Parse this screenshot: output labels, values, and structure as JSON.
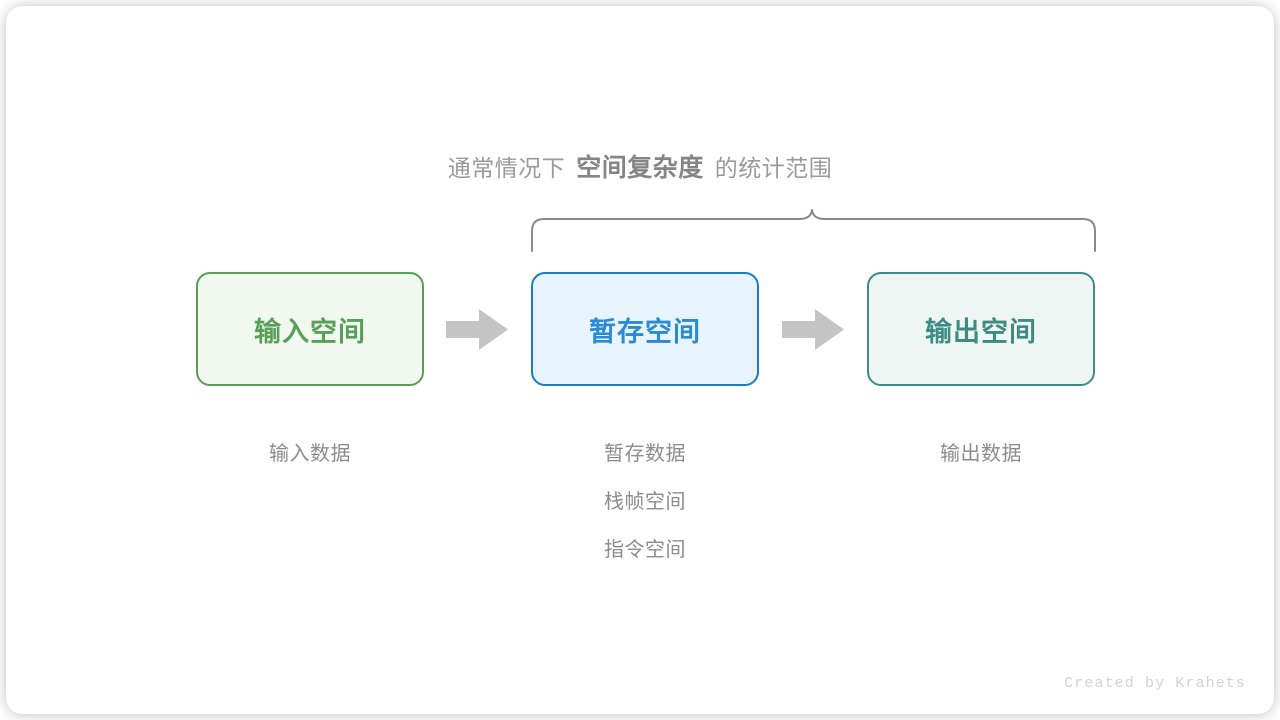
{
  "canvas": {
    "background": "#ffffff",
    "card_background": "#ffffff"
  },
  "heading": {
    "prefix": "通常情况下",
    "emphasis": "空间复杂度",
    "suffix": "的统计范围",
    "color": "#9a9a9a",
    "emphasis_color": "#858585"
  },
  "brace": {
    "name": "span-brace",
    "color": "#8a8a8a",
    "spans": [
      "暂存空间",
      "输出空间"
    ]
  },
  "boxes": [
    {
      "id": "input",
      "label": "输入空间",
      "border_color": "#5b9d55",
      "fill_color": "#f0f8ef",
      "text_color": "#58a05a"
    },
    {
      "id": "buffer",
      "label": "暂存空间",
      "border_color": "#1a7dc4",
      "fill_color": "#e8f4fd",
      "text_color": "#2a8bd4"
    },
    {
      "id": "output",
      "label": "输出空间",
      "border_color": "#3d8b83",
      "fill_color": "#eef6f4",
      "text_color": "#3d8b83"
    }
  ],
  "arrows": [
    {
      "id": "arrow-input-to-buffer",
      "icon": "right-arrow-icon",
      "color": "#c4c4c4"
    },
    {
      "id": "arrow-buffer-to-output",
      "icon": "right-arrow-icon",
      "color": "#c4c4c4"
    }
  ],
  "captions": {
    "input": [
      "输入数据"
    ],
    "buffer": [
      "暂存数据",
      "栈帧空间",
      "指令空间"
    ],
    "output": [
      "输出数据"
    ],
    "color": "#8c8c8c"
  },
  "watermark": {
    "text": "Created by Krahets",
    "color": "#d3d3d3"
  }
}
